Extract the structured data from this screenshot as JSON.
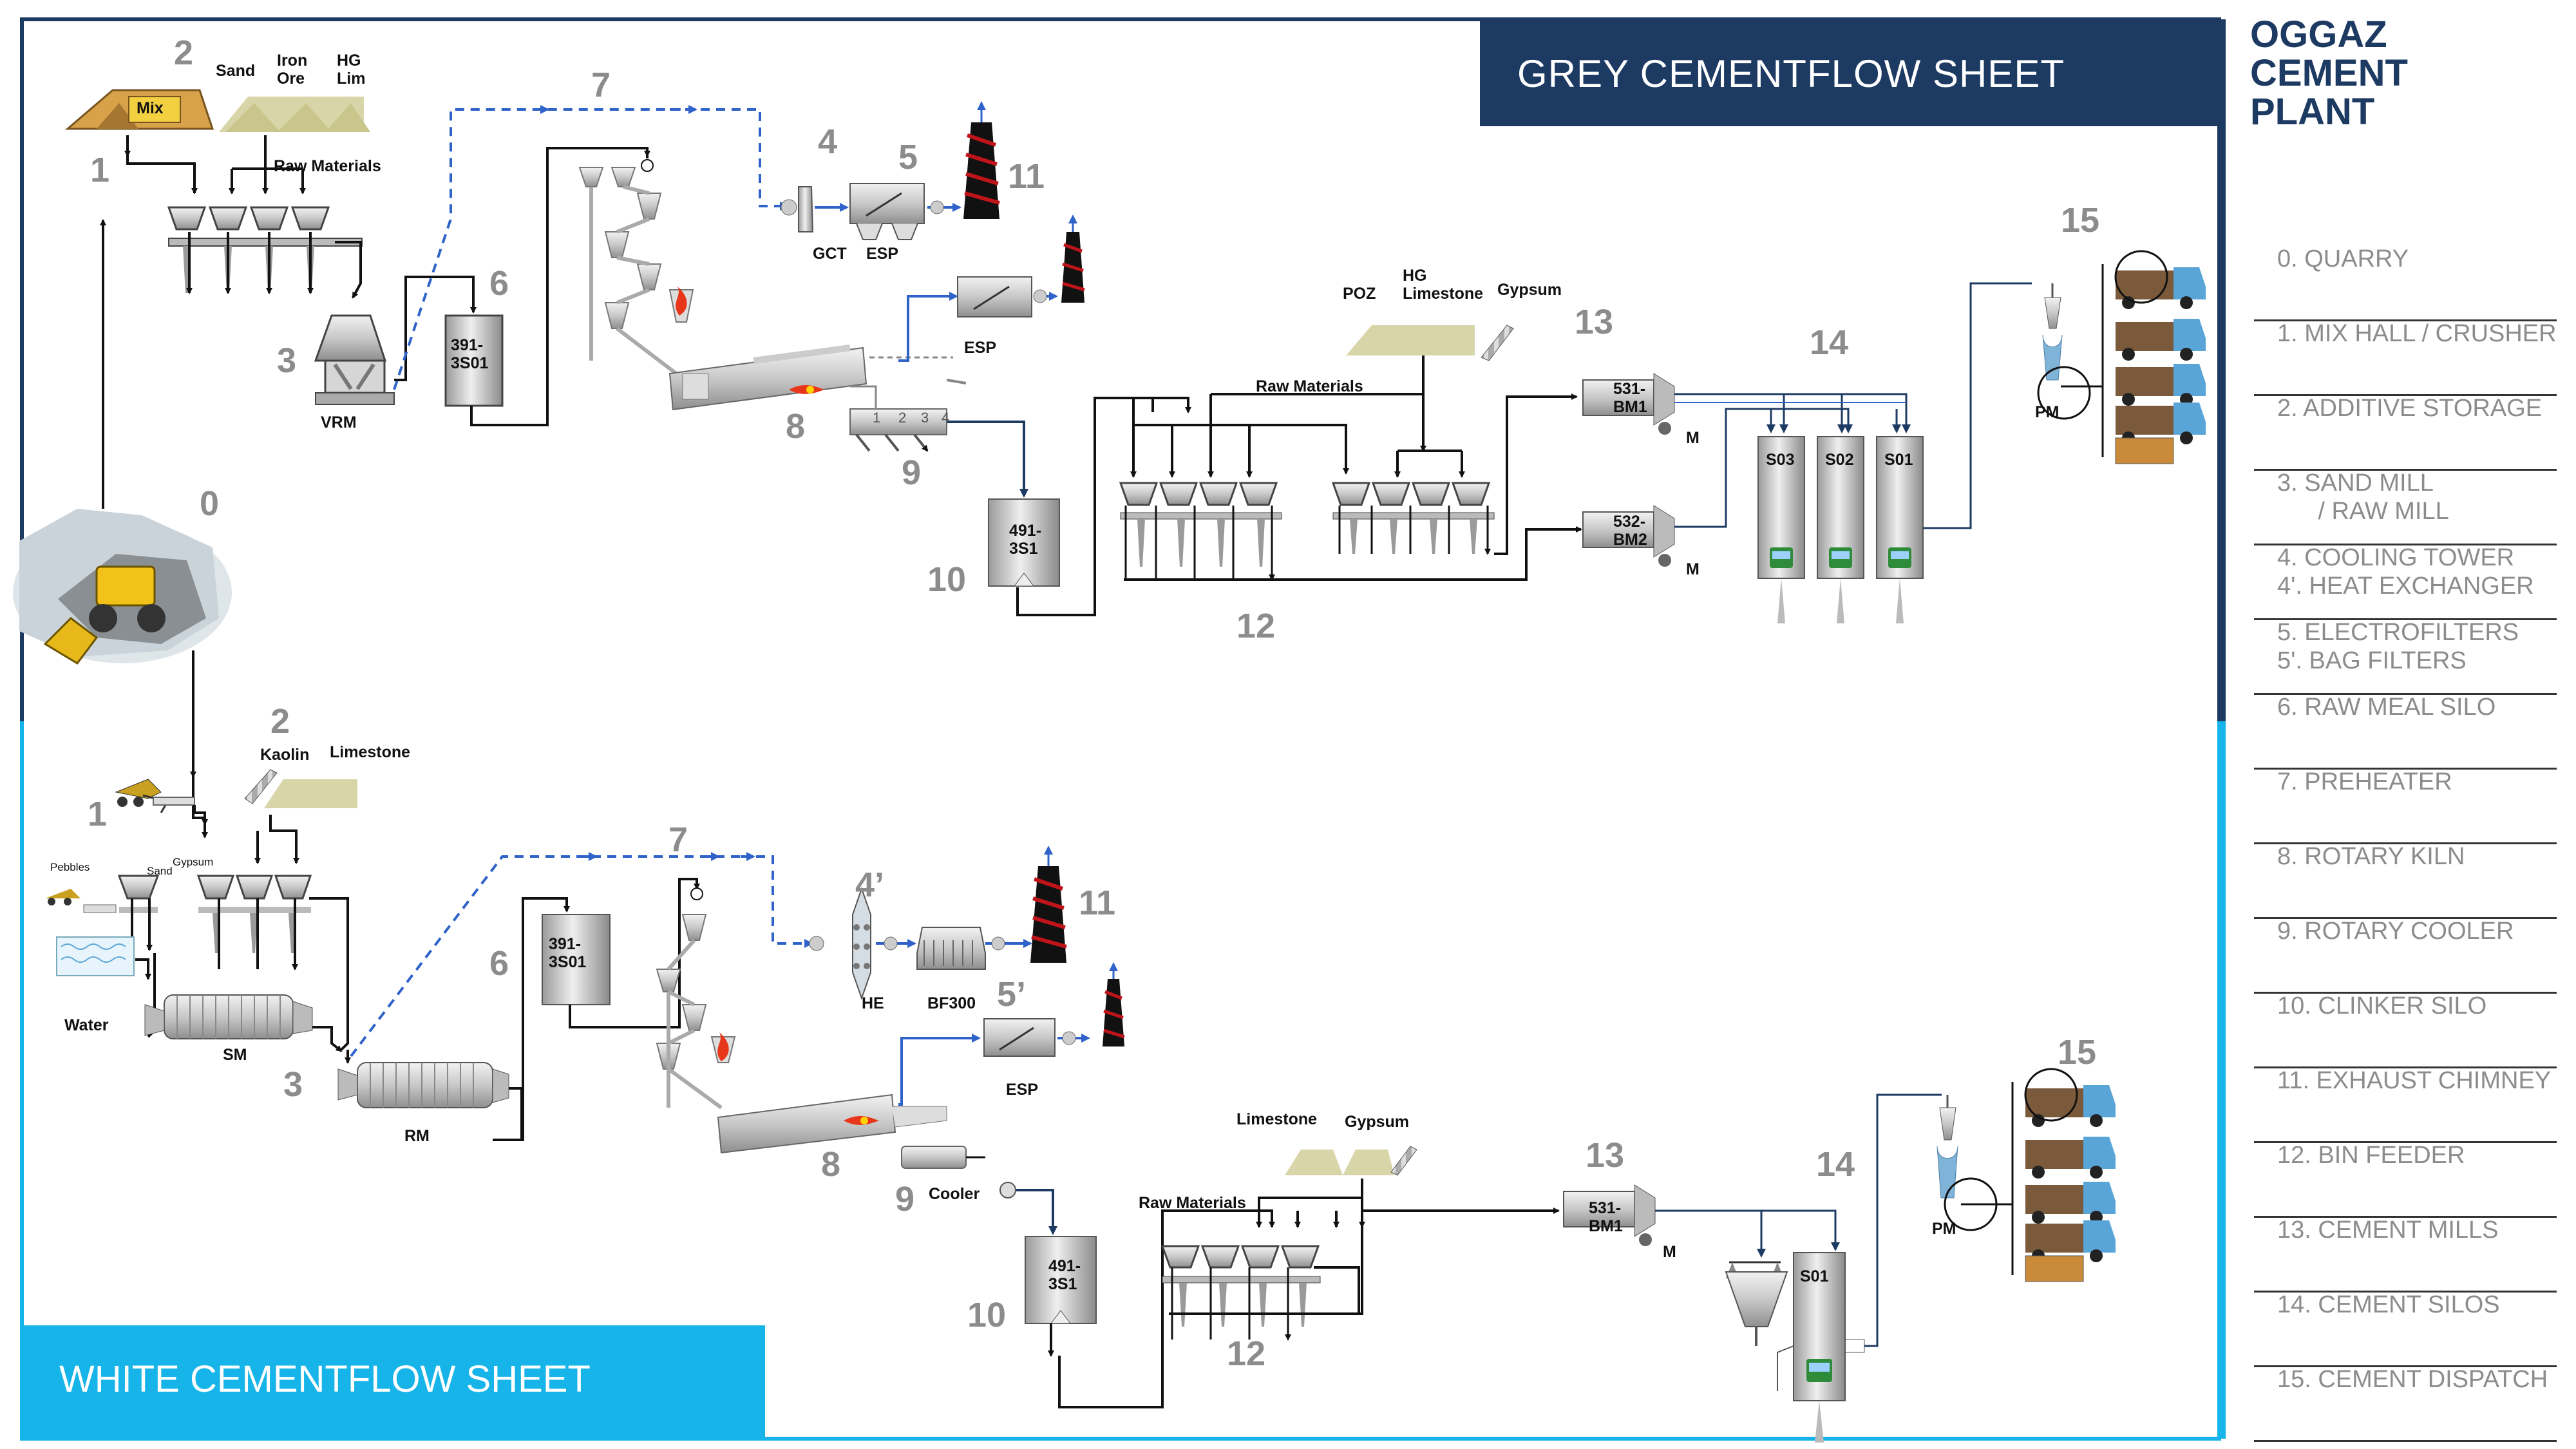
{
  "titles": {
    "grey_sheet": "GREY CEMENTFLOW SHEET",
    "white_sheet": "WHITE CEMENTFLOW SHEET",
    "plant": [
      "OGGAZ",
      "CEMENT",
      "PLANT"
    ]
  },
  "legend": [
    "0. QUARRY",
    "1. MIX HALL / CRUSHER",
    "2. ADDITIVE STORAGE",
    "3. SAND MILL\n      / RAW MILL",
    "4. COOLING TOWER\n4'. HEAT EXCHANGER",
    "5. ELECTROFILTERS\n5'. BAG FILTERS",
    "6. RAW MEAL SILO",
    "7. PREHEATER",
    "8. ROTARY KILN",
    "9. ROTARY COOLER",
    "10. CLINKER SILO",
    "11. EXHAUST CHIMNEY",
    "12. BIN FEEDER",
    "13. CEMENT MILLS",
    "14. CEMENT SILOS",
    "15. CEMENT DISPATCH"
  ],
  "grey": {
    "numbers": {
      "n0": "0",
      "n1": "1",
      "n2": "2",
      "n3": "3",
      "n4": "4",
      "n5": "5",
      "n6": "6",
      "n7": "7",
      "n8": "8",
      "n9": "9",
      "n10": "10",
      "n11": "11",
      "n12": "12",
      "n13": "13",
      "n14": "14",
      "n15": "15"
    },
    "labels": {
      "mix": "Mix",
      "sand": "Sand",
      "iron1": "Iron",
      "iron2": "Ore",
      "hg1": "HG",
      "hg2": "Lim",
      "raw_materials": "Raw Materials",
      "vrm": "VRM",
      "silo6_1": "391-",
      "silo6_2": "3S01",
      "gct": "GCT",
      "esp": "ESP",
      "esp2": "ESP",
      "clinker_1": "491-",
      "clinker_2": "3S1",
      "poz": "POZ",
      "hgl1": "HG",
      "hgl2": "Limestone",
      "gypsum": "Gypsum",
      "raw_materials2": "Raw Materials",
      "bm1_1": "531-",
      "bm1_2": "BM1",
      "bm2_1": "532-",
      "bm2_2": "BM2",
      "m1": "M",
      "m2": "M",
      "s03": "S03",
      "s02": "S02",
      "s01": "S01",
      "pm": "PM",
      "c1": "1",
      "c2": "2",
      "c3": "3",
      "c4": "4"
    }
  },
  "white": {
    "numbers": {
      "n1": "1",
      "n2": "2",
      "n3": "3",
      "n4": "4’",
      "n5": "5’",
      "n6": "6",
      "n7": "7",
      "n8": "8",
      "n9": "9",
      "n10": "10",
      "n11": "11",
      "n12": "12",
      "n13": "13",
      "n14": "14",
      "n15": "15"
    },
    "labels": {
      "kaolin": "Kaolin",
      "limestone": "Limestone",
      "pebbles": "Pebbles",
      "sand": "Sand",
      "gypsum": "Gypsum",
      "water": "Water",
      "sm": "SM",
      "rm": "RM",
      "silo6_1": "391-",
      "silo6_2": "3S01",
      "he": "HE",
      "bf": "BF300",
      "esp": "ESP",
      "cooler": "Cooler",
      "clinker_1": "491-",
      "clinker_2": "3S1",
      "limestone2": "Limestone",
      "gypsum2": "Gypsum",
      "raw_materials": "Raw Materials",
      "bm1_1": "531-",
      "bm1_2": "BM1",
      "m": "M",
      "s01": "S01",
      "pm": "PM"
    }
  },
  "colors": {
    "navy": "#1d3a63",
    "cyan": "#16b4e8",
    "number_grey": "#8c8c8c",
    "legend_text": "#8c8c8c",
    "flow_blue": "#2f63c9",
    "truck_blue": "#5aa5d8",
    "truck_green": "#2e8b3a",
    "flame": "#e8361a",
    "chimney_red": "#c0141b"
  },
  "icons": [
    "truck-icon",
    "excavator-icon",
    "chimney-icon",
    "flame-icon",
    "fan-icon",
    "hopper-icon",
    "silo-icon",
    "mill-icon"
  ]
}
